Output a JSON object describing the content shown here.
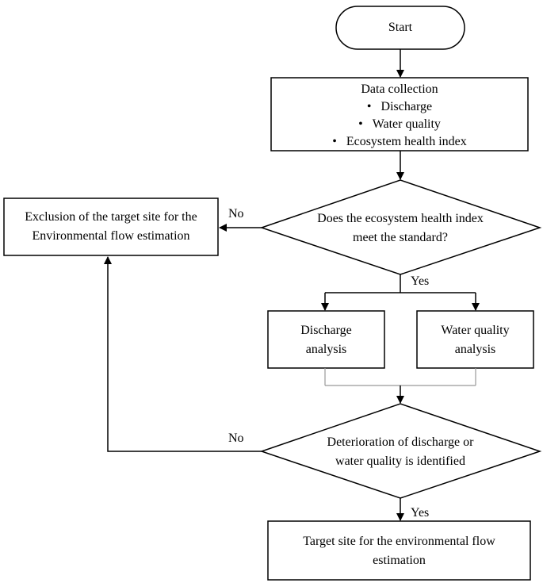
{
  "nodes": {
    "start": "Start",
    "data_collection": {
      "title": "Data collection",
      "items": [
        "Discharge",
        "Water quality",
        "Ecosystem health index"
      ],
      "bullet": "•"
    },
    "decision_health": {
      "line1": "Does the ecosystem health index",
      "line2": "meet the standard?"
    },
    "exclusion": {
      "line1": "Exclusion of the target site for the",
      "line2": "Environmental flow estimation"
    },
    "discharge_analysis": {
      "line1": "Discharge",
      "line2": "analysis"
    },
    "water_quality_analysis": {
      "line1": "Water quality",
      "line2": "analysis"
    },
    "decision_deterioration": {
      "line1": "Deterioration of discharge or",
      "line2": "water quality is identified"
    },
    "target_site": {
      "line1": "Target site for the environmental flow",
      "line2": "estimation"
    }
  },
  "edge_labels": {
    "no_1": "No",
    "yes_1": "Yes",
    "no_2": "No",
    "yes_2": "Yes"
  }
}
